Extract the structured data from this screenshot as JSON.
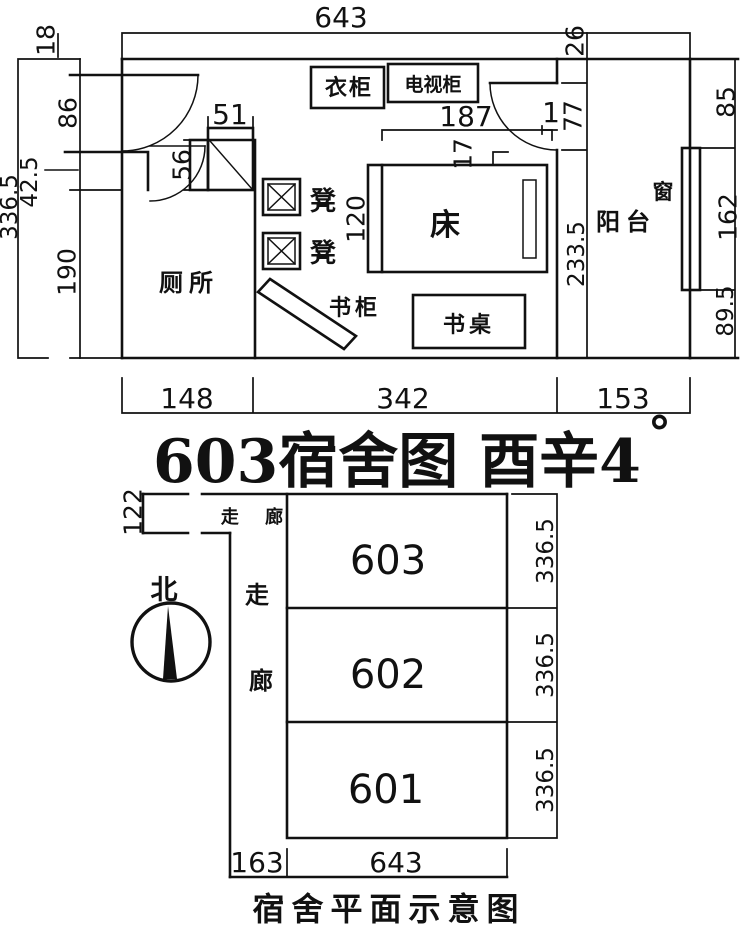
{
  "top_plan": {
    "dim_total_width": "643",
    "dim_wall_thickness": "18",
    "dim_left_86": "86",
    "dim_left_42_5": "42.5",
    "dim_left_190": "190",
    "dim_left_total": "336.5",
    "dim_cabinet_width": "51",
    "dim_cabinet_height": "56",
    "dim_bed_length": "187",
    "dim_gap_17": "17",
    "dim_one": "1",
    "dim_bed_width": "120",
    "dim_right_26": "26",
    "dim_right_77": "77",
    "dim_right_233_5": "233.5",
    "dim_balcony_85": "85",
    "dim_window_162": "162",
    "dim_balcony_89_5": "89.5",
    "dim_bottom_148": "148",
    "dim_bottom_342": "342",
    "dim_bottom_153": "153",
    "label_wardrobe": "衣柜",
    "label_tv_cabinet": "电视柜",
    "label_bed": "床",
    "label_stool_1": "凳",
    "label_stool_2": "凳",
    "label_toilet": "厕所",
    "label_bookcase": "书柜",
    "label_desk": "书桌",
    "label_balcony": "阳台",
    "label_window": "窗"
  },
  "title": {
    "text": "603宿舍图 酉辛4",
    "degree": "°"
  },
  "bottom_plan": {
    "room_numbers": [
      "603",
      "602",
      "601"
    ],
    "room_heights": [
      "336.5",
      "336.5",
      "336.5"
    ],
    "corridor_horizontal": "走 廊",
    "corridor_vertical_1": "走",
    "corridor_vertical_2": "廊",
    "north_label": "北",
    "dim_stub_122": "122",
    "dim_bottom_163": "163",
    "dim_bottom_643": "643"
  },
  "caption": "宿舍平面示意图"
}
